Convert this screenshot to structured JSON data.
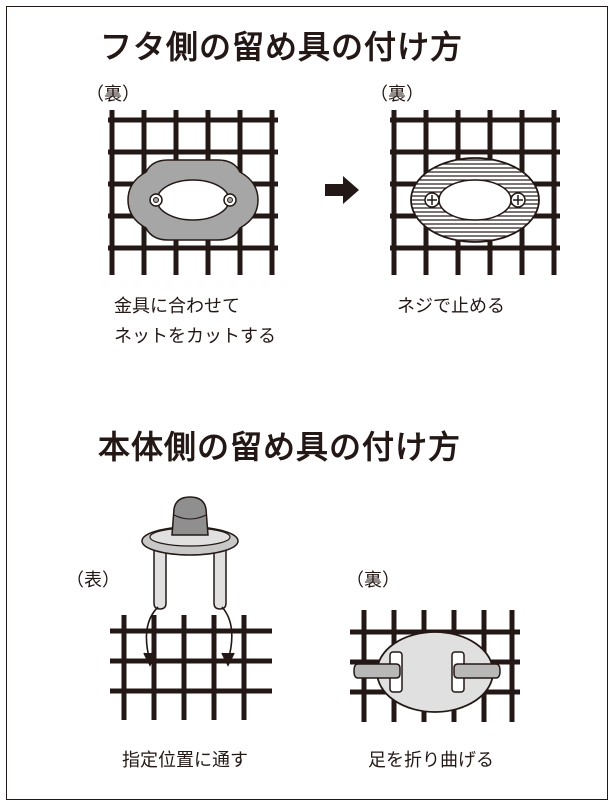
{
  "section1": {
    "title": "フタ側の留め具の付け方",
    "left_label": "（裏）",
    "right_label": "（裏）",
    "left_caption_1": "金具に合わせて",
    "left_caption_2": "ネットをカットする",
    "right_caption": "ネジで止める"
  },
  "section2": {
    "title": "本体側の留め具の付け方",
    "left_label": "（表）",
    "right_label": "（裏）",
    "left_caption": "指定位置に通す",
    "right_caption": "足を折り曲げる"
  },
  "colors": {
    "line": "#231815",
    "bracket_gray": "#a6a6a6",
    "light_gray": "#e0e0e0",
    "mid_gray": "#c8c8c8"
  }
}
